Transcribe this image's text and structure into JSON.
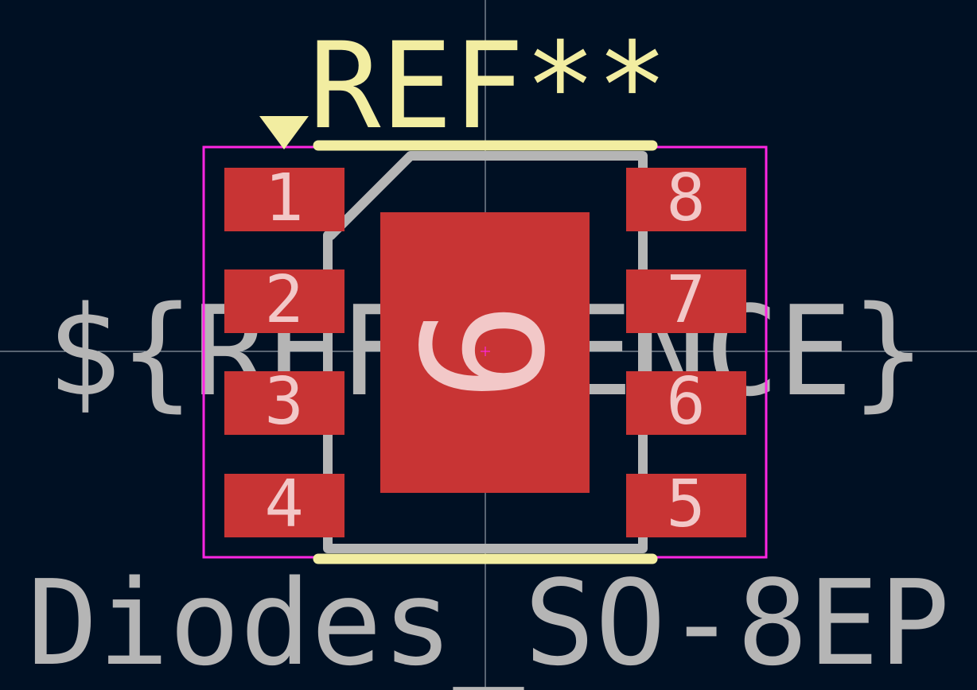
{
  "footprint": {
    "reference": "REF**",
    "reference_placeholder": "${REFERENCE}",
    "value": "Diodes_SO-8EP",
    "pin1_marker_icon": "triangle-down-icon"
  },
  "pads": [
    {
      "number": "1"
    },
    {
      "number": "2"
    },
    {
      "number": "3"
    },
    {
      "number": "4"
    },
    {
      "number": "5"
    },
    {
      "number": "6"
    },
    {
      "number": "7"
    },
    {
      "number": "8"
    },
    {
      "number": "9"
    }
  ],
  "colors": {
    "background": "#001023",
    "copper_pad": "#c83434",
    "pad_text": "#f2c8c8",
    "silkscreen": "#f2eda1",
    "fab_layer": "#b5b5b5",
    "courtyard": "#ff26e2",
    "crosshair": "#d0d6dc"
  }
}
